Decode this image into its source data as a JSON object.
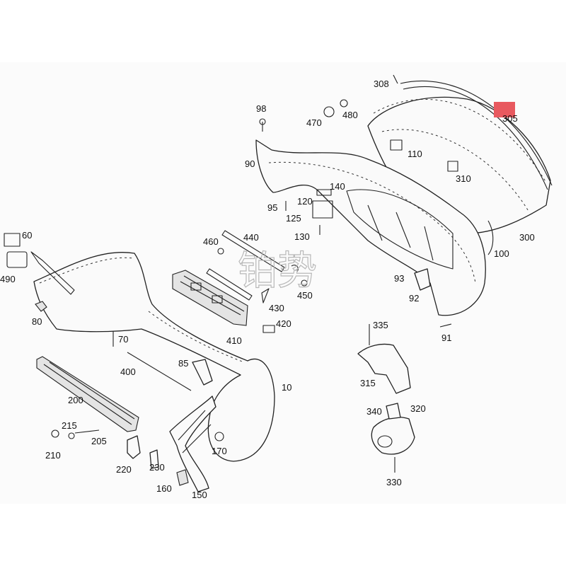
{
  "diagram": {
    "highlight_color": "#e8595f",
    "highlighted_callout": "305",
    "watermark": "铂势",
    "callouts": {
      "c10": "10",
      "c60": "60",
      "c70": "70",
      "c80": "80",
      "c85": "85",
      "c90": "90",
      "c91": "91",
      "c92": "92",
      "c93": "93",
      "c95": "95",
      "c98": "98",
      "c100": "100",
      "c110": "110",
      "c120": "120",
      "c125": "125",
      "c130": "130",
      "c140": "140",
      "c150": "150",
      "c160": "160",
      "c170": "170",
      "c200": "200",
      "c205": "205",
      "c210": "210",
      "c215": "215",
      "c220": "220",
      "c230": "230",
      "c300": "300",
      "c305": "305",
      "c308": "308",
      "c310": "310",
      "c315": "315",
      "c320": "320",
      "c330": "330",
      "c335": "335",
      "c340": "340",
      "c400": "400",
      "c410": "410",
      "c420": "420",
      "c430": "430",
      "c440": "440",
      "c450": "450",
      "c460": "460",
      "c470": "470",
      "c480": "480",
      "c490": "490"
    }
  }
}
